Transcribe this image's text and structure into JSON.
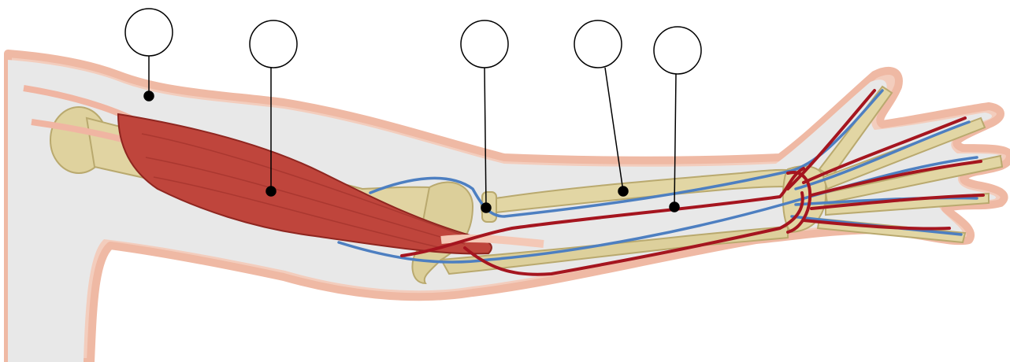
{
  "diagram": {
    "subject": "arm-anatomy",
    "callouts": [
      {
        "id": "callout-1",
        "points_to": "skin",
        "label": ""
      },
      {
        "id": "callout-2",
        "points_to": "muscle",
        "label": ""
      },
      {
        "id": "callout-3",
        "points_to": "nerve",
        "label": ""
      },
      {
        "id": "callout-4",
        "points_to": "bone",
        "label": ""
      },
      {
        "id": "callout-5",
        "points_to": "blood-vessel",
        "label": ""
      }
    ]
  },
  "colors": {
    "skin": "#f2c7b4",
    "skin_fill": "#e9e9e9",
    "bone": "#dccf9a",
    "muscle": "#b83a32",
    "artery": "#a5151f",
    "nerve": "#4d7fc1",
    "callout": "#000000"
  }
}
